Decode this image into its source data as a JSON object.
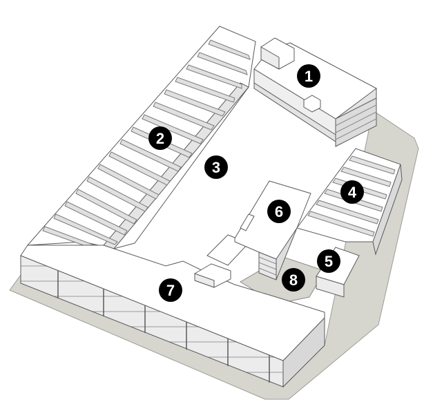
{
  "diagram": {
    "colors": {
      "background": "#ffffff",
      "ground": "#d6d6cf",
      "roof": "#ffffff",
      "wall": "#ececec",
      "wall_dark": "#d4d4d4",
      "line": "#5a5a5a",
      "marker_fill": "#000000",
      "marker_text": "#ffffff"
    },
    "markers": [
      {
        "id": "m1",
        "label": "1"
      },
      {
        "id": "m2",
        "label": "2"
      },
      {
        "id": "m3",
        "label": "3"
      },
      {
        "id": "m4",
        "label": "4"
      },
      {
        "id": "m5",
        "label": "5"
      },
      {
        "id": "m6",
        "label": "6"
      },
      {
        "id": "m7",
        "label": "7"
      },
      {
        "id": "m8",
        "label": "8"
      }
    ]
  }
}
